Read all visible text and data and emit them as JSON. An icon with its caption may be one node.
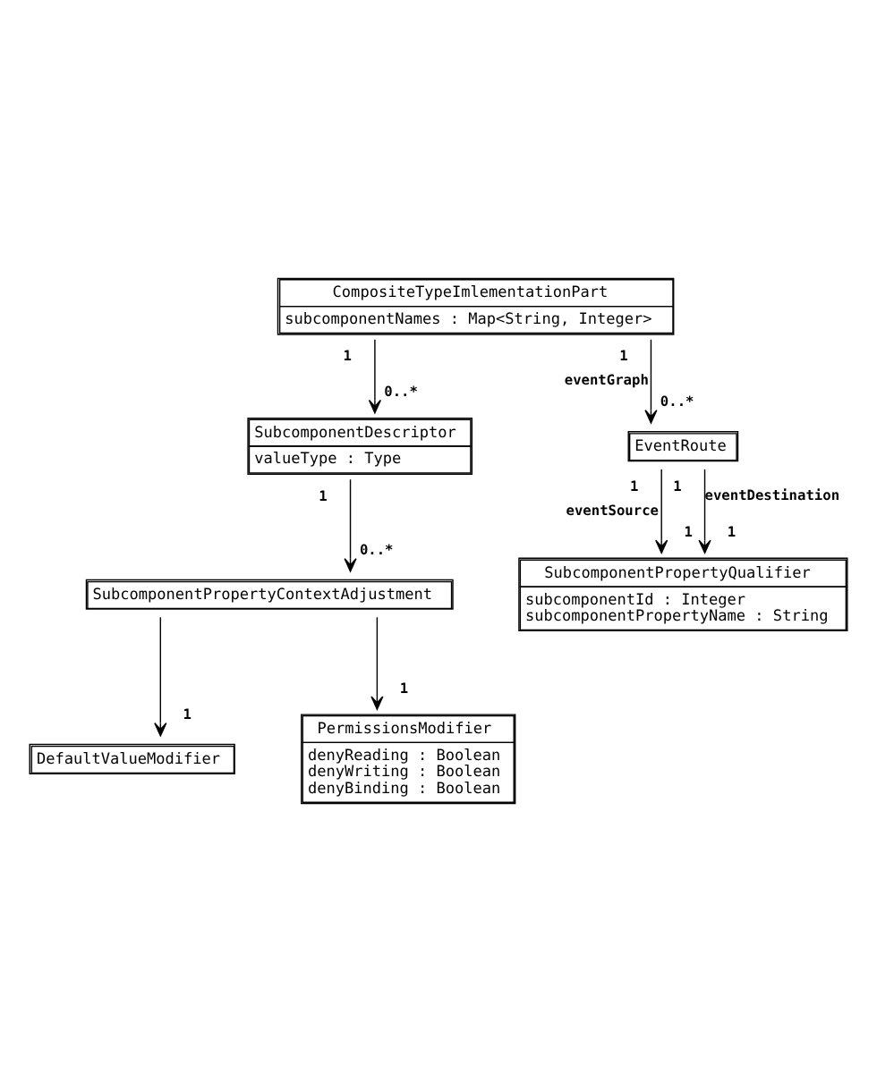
{
  "diagram": {
    "nodes": [
      {
        "text": [
          "CompositeTypeImlementationPart",
          "subcomponentNames : Map<String, Integer>"
        ]
      },
      {
        "text": [
          "SubcomponentDescriptor",
          "valueType : Type"
        ]
      },
      {
        "text": [
          "SubcomponentPropertyContextAdjustment"
        ]
      },
      {
        "text": [
          "DefaultValueModifier"
        ]
      },
      {
        "text": [
          "PermissionsModifier",
          "denyReading : Boolean",
          "denyWriting : Boolean",
          "denyBinding : Boolean"
        ]
      },
      {
        "text": [
          "EventRoute"
        ]
      },
      {
        "text": [
          "SubcomponentPropertyQualifier",
          "subcomponentId : Integer",
          "subcomponentPropertyName : String"
        ]
      }
    ],
    "edges": [
      {
        "from": 0,
        "to": 1,
        "arrow": "to"
      },
      {
        "from": 1,
        "to": 2,
        "arrow": "to"
      },
      {
        "from": 2,
        "to": 3,
        "arrow": "to"
      },
      {
        "from": 2,
        "to": 4,
        "arrow": "to"
      },
      {
        "from": 0,
        "to": 5,
        "arrow": "to",
        "label": "eventGraph"
      },
      {
        "from": 5,
        "to": 6,
        "arrow": "to",
        "label": "eventSource"
      },
      {
        "from": 5,
        "to": 6,
        "arrow": "to",
        "label": "eventDestination"
      }
    ],
    "labels": [
      "1",
      "1",
      "0..*",
      "1",
      "0..*",
      "1",
      "1",
      "0..*",
      "1",
      "1",
      "1",
      "1"
    ]
  }
}
